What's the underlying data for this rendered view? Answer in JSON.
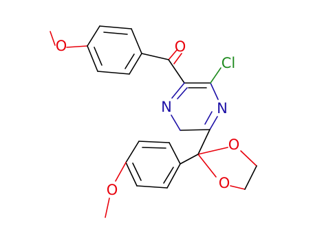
{
  "molecule": {
    "atoms": {
      "oxygen": "O",
      "nitrogen": "N",
      "chlorine": "Cl"
    },
    "colors": {
      "carbon_bond": "#000000",
      "oxygen": "#e8000b",
      "nitrogen": "#1c0fa6",
      "chlorine": "#1f8b1f",
      "background": "#ffffff"
    }
  }
}
